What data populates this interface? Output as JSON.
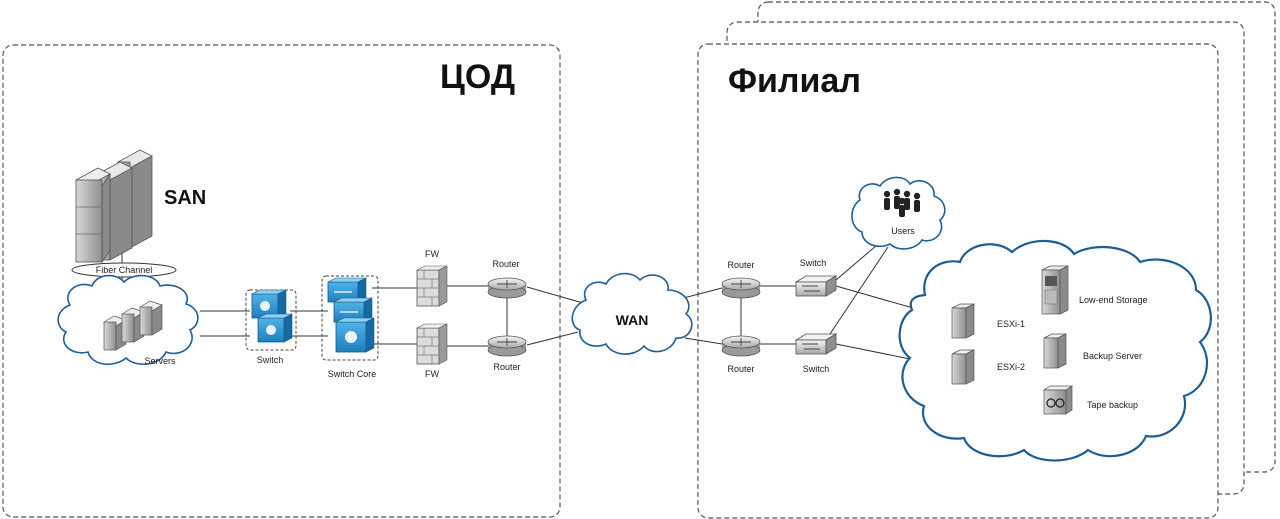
{
  "datacenter": {
    "title": "ЦОД",
    "san_label": "SAN",
    "fiber_channel_label": "Fiber Channel",
    "servers_label": "Servers",
    "switch_label": "Switch",
    "switch_core_label": "Switch Core",
    "fw_top_label": "FW",
    "fw_bottom_label": "FW",
    "router_top_label": "Router",
    "router_bottom_label": "Router"
  },
  "wan_label": "WAN",
  "branch": {
    "title": "Филиал",
    "router_top_label": "Router",
    "router_bottom_label": "Router",
    "switch_top_label": "Switch",
    "switch_bottom_label": "Switch",
    "users_label": "Users",
    "esxi1_label": "ESXi-1",
    "esxi2_label": "ESXi-2",
    "storage_label": "Low-end Storage",
    "backup_server_label": "Backup Server",
    "tape_label": "Tape backup"
  },
  "colors": {
    "device_blue": "#1e88c7",
    "cloud_stroke": "#1b5e97",
    "dashed_border": "#555555"
  }
}
